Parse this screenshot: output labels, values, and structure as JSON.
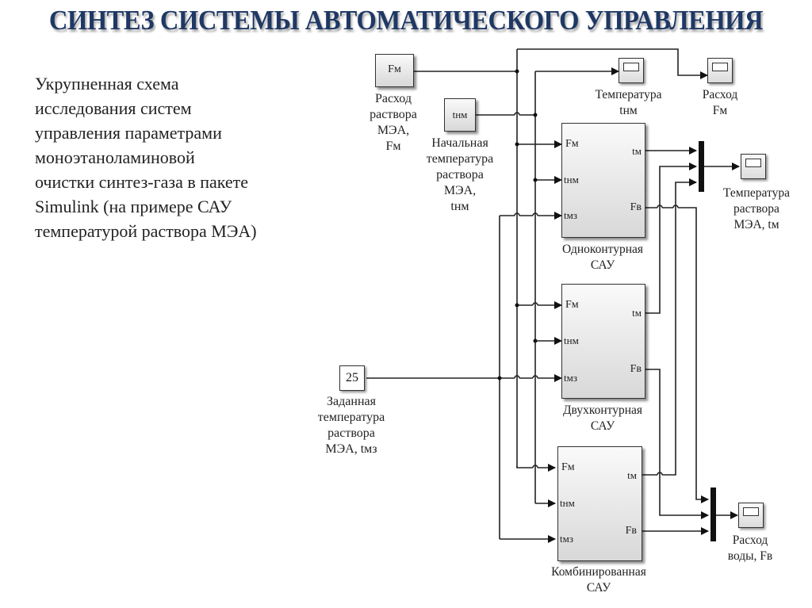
{
  "title": "СИНТЕЗ СИСТЕМЫ АВТОМАТИЧЕСКОГО УПРАВЛЕНИЯ",
  "description_lines": [
    "Укрупненная схема",
    "исследования  систем",
    "управления параметрами",
    "моноэтаноламиновой",
    "очистки синтез-газа в пакете",
    "Simulink (на примере САУ",
    "температурой раствора МЭА)"
  ],
  "sources": {
    "fm": {
      "block_text": "Fм",
      "label_lines": [
        "Расход",
        "раствора",
        "МЭА,",
        "Fм"
      ]
    },
    "tnm": {
      "block_text": "tнм",
      "label_lines": [
        "Начальная",
        "температура",
        "раствора",
        "МЭА,",
        "tнм"
      ]
    },
    "tmz": {
      "block_text": "25",
      "label_lines": [
        "Заданная",
        "температура",
        "раствора",
        "МЭА, tмз"
      ]
    }
  },
  "subsystems": [
    {
      "name_lines": [
        "Одноконтурная",
        "САУ"
      ],
      "inputs": [
        "Fм",
        "tнм",
        "tмз"
      ],
      "outputs": [
        "tм",
        "Fв"
      ]
    },
    {
      "name_lines": [
        "Двухконтурная",
        "САУ"
      ],
      "inputs": [
        "Fм",
        "tнм",
        "tмз"
      ],
      "outputs": [
        "tм",
        "Fв"
      ]
    },
    {
      "name_lines": [
        "Комбинированная",
        "САУ"
      ],
      "inputs": [
        "Fм",
        "tнм",
        "tмз"
      ],
      "outputs": [
        "tм",
        "Fв"
      ]
    }
  ],
  "scopes": {
    "tnm": {
      "label_lines": [
        "Температура",
        "tнм"
      ]
    },
    "fm": {
      "label_lines": [
        "Расход",
        "Fм"
      ]
    },
    "tm": {
      "label_lines": [
        "Температура",
        "раствора",
        "МЭА,  tм"
      ]
    },
    "fv": {
      "label_lines": [
        "Расход",
        "воды,  Fв"
      ]
    }
  }
}
